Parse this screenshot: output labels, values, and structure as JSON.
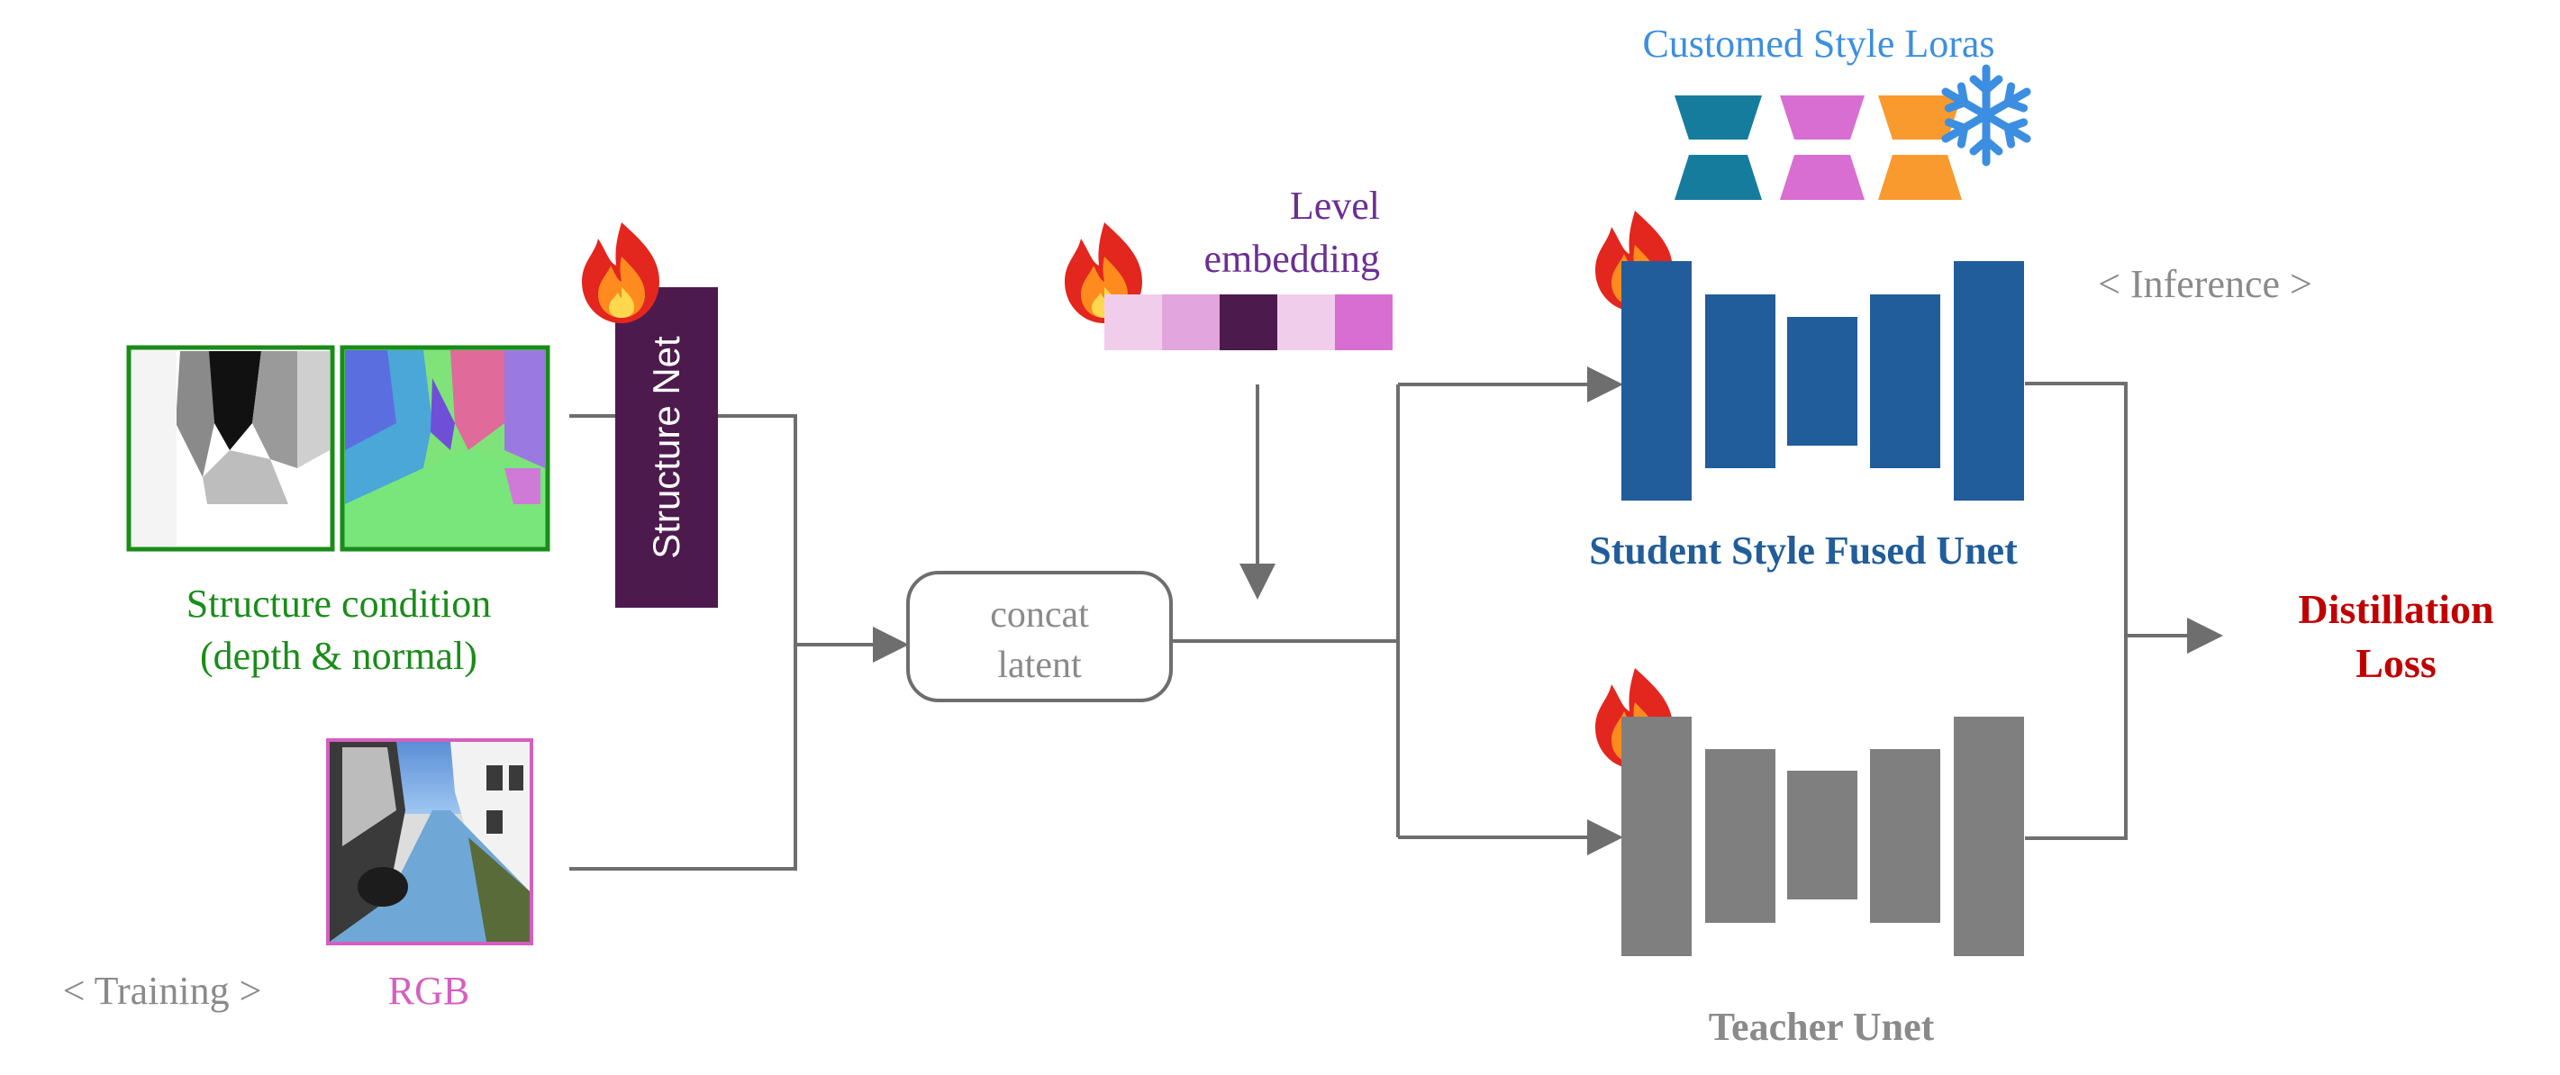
{
  "title": {
    "text": "Customed Style Loras",
    "color": "#3c8fe0"
  },
  "labels": {
    "structure_net": "Structure Net",
    "structure_condition_line1": "Structure condition",
    "structure_condition_line2": "(depth & normal)",
    "rgb": "RGB",
    "training": "< Training >",
    "inference": "< Inference >",
    "concat_line1": "concat",
    "concat_line2": "latent",
    "level_line1": "Level",
    "level_line2": "embedding",
    "student_unet": "Student Style Fused Unet",
    "teacher_unet": "Teacher Unet",
    "loss_line1": "Distillation",
    "loss_line2": "Loss"
  },
  "colors": {
    "green": "#1a8c1a",
    "pink": "#d55fbf",
    "gray_text": "#8a8a8a",
    "purple_text": "#6b2f94",
    "student_blue": "#215d9a",
    "teacher_gray": "#7f7f7f",
    "loss_red": "#c00000",
    "structure_net_fill": "#4d1a4d",
    "lora_teal": "#167c9e",
    "lora_pink": "#d86ed2",
    "lora_orange": "#f99a2e",
    "snowflake": "#3c8fe0",
    "arrow": "#6e6e6e"
  },
  "icons": [
    "fire-icon",
    "snowflake-icon"
  ],
  "level_embedding_colors": [
    "#f1cdec",
    "#e3a5dd",
    "#4d1a4d",
    "#f1cdec",
    "#d86ed2"
  ]
}
